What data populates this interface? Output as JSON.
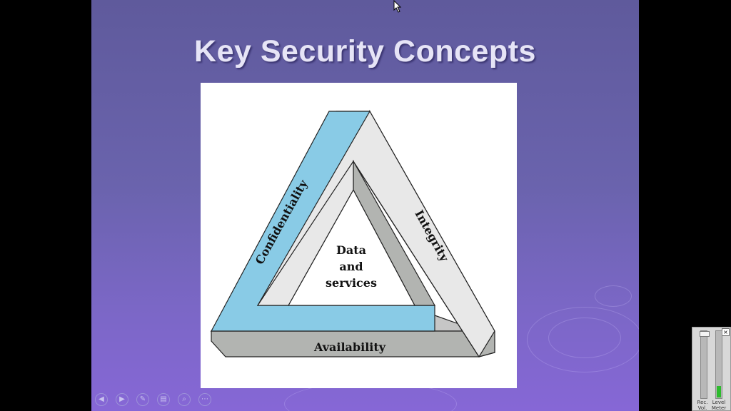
{
  "slide": {
    "title": "Key Security Concepts"
  },
  "diagram": {
    "sides": {
      "left": "Confidentiality",
      "right": "Integrity",
      "bottom": "Availability"
    },
    "center": [
      "Data",
      "and",
      "services"
    ],
    "colors": {
      "confidentiality": "#89cbe6",
      "integrity": "#e8e8e8",
      "availability": "#b2b4b1",
      "inner": "#ffffff"
    }
  },
  "controls": {
    "buttons": [
      "prev-icon",
      "next-icon",
      "pen-icon",
      "slides-icon",
      "zoom-icon",
      "more-icon"
    ]
  },
  "volume_panel": {
    "close": "×",
    "left_label": "Rec. Vol.",
    "right_label": "Level Meter"
  }
}
